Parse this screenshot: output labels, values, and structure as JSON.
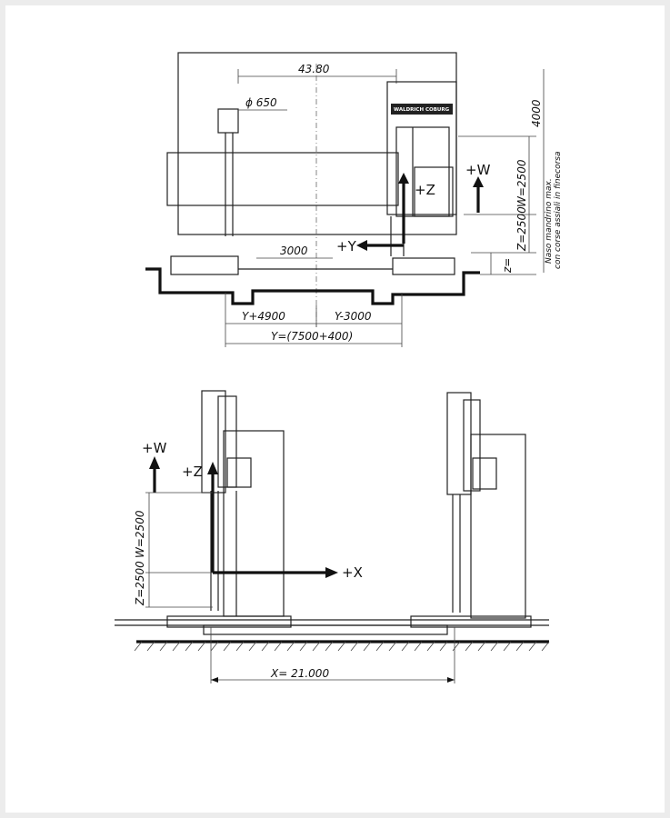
{
  "top_view": {
    "dim_width": "43.80",
    "dim_diameter": "ϕ 650",
    "brand_plate": "WALDRICH COBURG",
    "label_w": "+W",
    "label_z": "+Z",
    "label_y": "+Y",
    "dim_3000": "3000",
    "dim_w": "W=2500",
    "dim_z": "Z=2500",
    "dim_4000": "4000",
    "note_line1": "Naso mandrino max.",
    "note_line2": "con corse assiali in finecorsa",
    "dim_y_plus": "Y+4900",
    "dim_y_minus": "Y-3000",
    "dim_y_total": "Y=(7500+400)"
  },
  "side_view": {
    "label_w": "+W",
    "label_z": "+Z",
    "label_x": "+X",
    "dim_w": "W=2500",
    "dim_z": "Z=2500",
    "dim_x": "X= 21.000"
  }
}
